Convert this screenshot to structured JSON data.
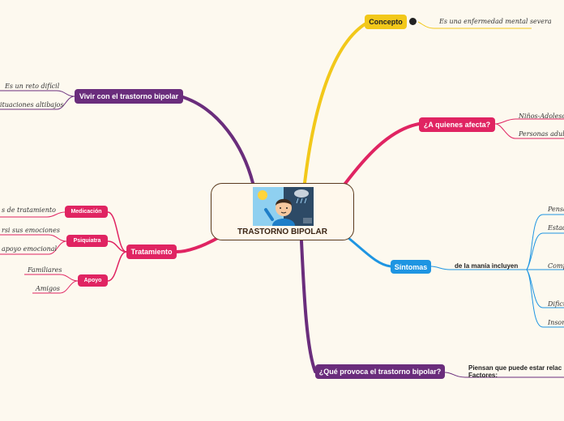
{
  "central": {
    "title": "TRASTORNO BIPOLAR"
  },
  "colors": {
    "concepto": "#f2c81a",
    "afecta": "#e02462",
    "sintomas": "#1e95e2",
    "provoca": "#6a2d7c",
    "tratamiento": "#e02462",
    "vivir": "#6a2d7c",
    "brown": "#5a3a1e"
  },
  "concepto": {
    "label": "Concepto",
    "icon": "sparkle-icon",
    "leaf": "Es una enfermedad mental severa"
  },
  "afecta": {
    "label": "¿A quienes afecta?",
    "leaves": [
      "Niños-Adolescen",
      "Personas adulta"
    ]
  },
  "sintomas": {
    "label": "Síntomas",
    "sub": "de la manía incluyen",
    "leaves": [
      "Pensa",
      "Estado",
      "Compo",
      "Dificu",
      "Insom"
    ]
  },
  "provoca": {
    "label": "¿Qué provoca el trastorno bipolar?",
    "note": [
      "Piensan que puede estar relac",
      "Factores:"
    ]
  },
  "tratamiento": {
    "label": "Tratamiento",
    "children": [
      {
        "label": "Medicación",
        "leaves": [
          "s de tratamiento"
        ]
      },
      {
        "label": "Psiquiatra",
        "leaves": [
          "rsi sus emociones",
          "apoyo emocional"
        ]
      },
      {
        "label": "Apoyo",
        "leaves": [
          "Familiares",
          "Amigos"
        ]
      }
    ]
  },
  "vivir": {
    "label": "Vivir con el trastorno bipolar",
    "leaves": [
      "Es un reto difícil",
      "ituaciones altibajos"
    ]
  }
}
